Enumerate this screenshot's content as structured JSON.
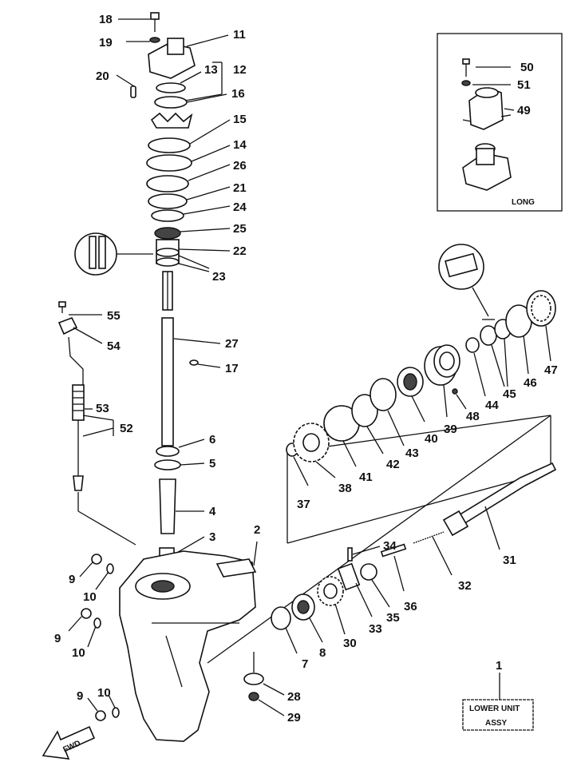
{
  "callouts": [
    {
      "id": "c1",
      "text": "1"
    },
    {
      "id": "c2",
      "text": "2"
    },
    {
      "id": "c3",
      "text": "3"
    },
    {
      "id": "c4",
      "text": "4"
    },
    {
      "id": "c5",
      "text": "5"
    },
    {
      "id": "c6",
      "text": "6"
    },
    {
      "id": "c7",
      "text": "7"
    },
    {
      "id": "c8",
      "text": "8"
    },
    {
      "id": "c9a",
      "text": "9"
    },
    {
      "id": "c9b",
      "text": "9"
    },
    {
      "id": "c9c",
      "text": "9"
    },
    {
      "id": "c10a",
      "text": "10"
    },
    {
      "id": "c10b",
      "text": "10"
    },
    {
      "id": "c10c",
      "text": "10"
    },
    {
      "id": "c11",
      "text": "11"
    },
    {
      "id": "c12",
      "text": "12"
    },
    {
      "id": "c13",
      "text": "13"
    },
    {
      "id": "c14",
      "text": "14"
    },
    {
      "id": "c15",
      "text": "15"
    },
    {
      "id": "c16",
      "text": "16"
    },
    {
      "id": "c17",
      "text": "17"
    },
    {
      "id": "c18",
      "text": "18"
    },
    {
      "id": "c19",
      "text": "19"
    },
    {
      "id": "c20",
      "text": "20"
    },
    {
      "id": "c21",
      "text": "21"
    },
    {
      "id": "c22",
      "text": "22"
    },
    {
      "id": "c23",
      "text": "23"
    },
    {
      "id": "c24",
      "text": "24"
    },
    {
      "id": "c25",
      "text": "25"
    },
    {
      "id": "c26",
      "text": "26"
    },
    {
      "id": "c27",
      "text": "27"
    },
    {
      "id": "c28",
      "text": "28"
    },
    {
      "id": "c29",
      "text": "29"
    },
    {
      "id": "c30",
      "text": "30"
    },
    {
      "id": "c31",
      "text": "31"
    },
    {
      "id": "c32",
      "text": "32"
    },
    {
      "id": "c33",
      "text": "33"
    },
    {
      "id": "c34",
      "text": "34"
    },
    {
      "id": "c35",
      "text": "35"
    },
    {
      "id": "c36",
      "text": "36"
    },
    {
      "id": "c37",
      "text": "37"
    },
    {
      "id": "c38",
      "text": "38"
    },
    {
      "id": "c39",
      "text": "39"
    },
    {
      "id": "c40",
      "text": "40"
    },
    {
      "id": "c41",
      "text": "41"
    },
    {
      "id": "c42",
      "text": "42"
    },
    {
      "id": "c43",
      "text": "43"
    },
    {
      "id": "c44",
      "text": "44"
    },
    {
      "id": "c45",
      "text": "45"
    },
    {
      "id": "c46",
      "text": "46"
    },
    {
      "id": "c47",
      "text": "47"
    },
    {
      "id": "c48",
      "text": "48"
    },
    {
      "id": "c49",
      "text": "49"
    },
    {
      "id": "c50",
      "text": "50"
    },
    {
      "id": "c51",
      "text": "51"
    },
    {
      "id": "c52",
      "text": "52"
    },
    {
      "id": "c53",
      "text": "53"
    },
    {
      "id": "c54",
      "text": "54"
    },
    {
      "id": "c55",
      "text": "55"
    }
  ],
  "inset_label": "LONG",
  "assy_label_line1": "LOWER UNIT",
  "assy_label_line2": "ASSY",
  "fwd_label": "FWD",
  "icons": [
    "grease-tube-icon",
    "fwd-arrow-icon"
  ]
}
